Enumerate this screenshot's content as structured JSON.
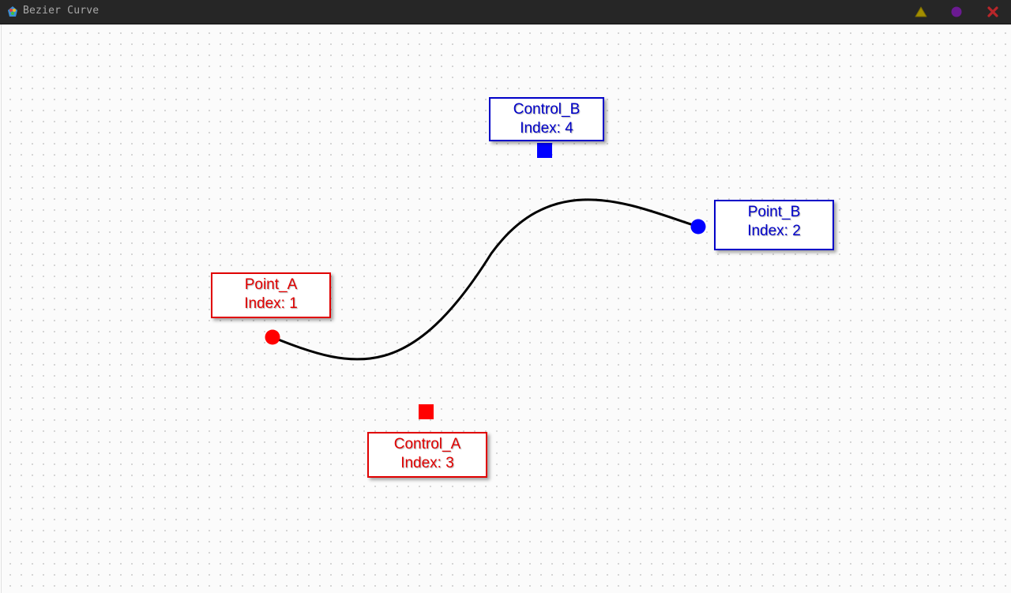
{
  "window": {
    "title": "Bezier Curve",
    "icons": {
      "app": "paint-palette-icon",
      "minimize": "triangle-minimize-icon",
      "maximize": "circle-maximize-icon",
      "close": "x-close-icon"
    },
    "colors": {
      "titlebar": "#262626",
      "minimize": "#b5a000",
      "maximize": "#7a1fa2",
      "close": "#c0282a"
    }
  },
  "canvas": {
    "grid": "dotted",
    "curve_color": "#000000",
    "points": [
      {
        "name": "Point_A",
        "index_label": "Index: 1",
        "shape": "circle",
        "color": "#ff0000"
      },
      {
        "name": "Point_B",
        "index_label": "Index: 2",
        "shape": "circle",
        "color": "#0000ff"
      },
      {
        "name": "Control_A",
        "index_label": "Index: 3",
        "shape": "square",
        "color": "#ff0000"
      },
      {
        "name": "Control_B",
        "index_label": "Index: 4",
        "shape": "square",
        "color": "#0000ff"
      }
    ]
  }
}
